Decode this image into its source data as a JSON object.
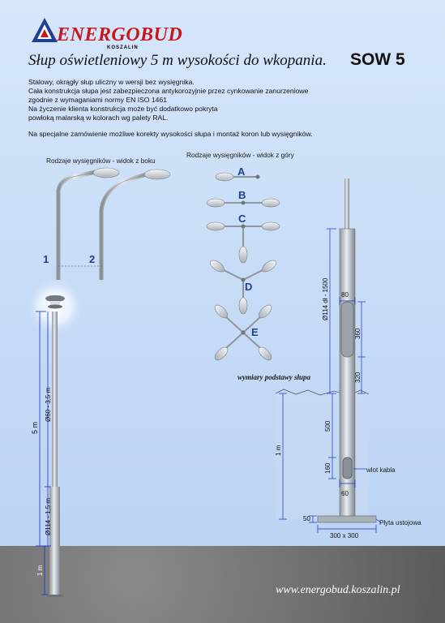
{
  "brand": {
    "name": "ENERGOBUD",
    "location": "KOSZALIN"
  },
  "header": {
    "title": "Słup oświetleniowy 5 m wysokości do wkopania.",
    "code": "SOW 5"
  },
  "description": [
    "Stalowy, okrągły słup uliczny  w wersji  bez wysięgnika.",
    "Cała konstrukcja słupa jest zabezpieczona antykorozyjnie przez cynkowanie zanurzeniowe",
    "zgodnie z wymaganiami normy  EN ISO 1461",
    "Na życzenie klienta konstrukcja może być dodatkowo pokryta",
    "powłoką malarską w kolorach wg palety RAL."
  ],
  "special_note": "Na specjalne zamówienie możliwe korekty wysokości słupa i montaż koron lub wysięgników.",
  "arms_side": {
    "caption": "Rodzaje wysięgników - widok z  boku",
    "labels": [
      "1",
      "2"
    ]
  },
  "arms_top": {
    "caption": "Rodzaje wysięgników - widok z  góry",
    "labels": [
      "A",
      "B",
      "C",
      "D",
      "E"
    ]
  },
  "pole_dimensions": {
    "height": "5 m",
    "top_section": "Ø60 - 3,5 m",
    "bottom_section": "Ø114 - 1,5 m",
    "buried": "1 m"
  },
  "detail": {
    "section": "Ø114   dł - 1500",
    "opening_width": "80",
    "opening_height": "360",
    "opening_offset": "320",
    "base_label": "wymiary podstawy słupa",
    "cable_offset": "500",
    "cable_height": "160",
    "cable_width": "60",
    "depth": "1 m",
    "plate_thickness": "50",
    "plate_size": "300 x 300",
    "cable_label": "wlot kabla",
    "plate_label": "Płyta ustojowa"
  },
  "footer": {
    "url": "www.energobud.koszalin.pl"
  },
  "colors": {
    "brand_red": "#c8161d",
    "brand_blue": "#1f3f8f",
    "dimension_blue": "#1730c8"
  }
}
